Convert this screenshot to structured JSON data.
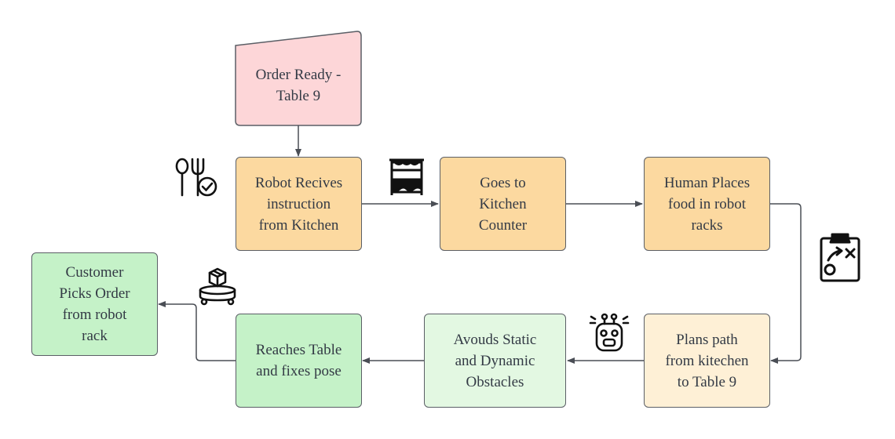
{
  "nodes": {
    "order_ready": "Order Ready -\nTable 9",
    "robot_receives": "Robot Recives\ninstruction\nfrom Kitchen",
    "goes_to_counter": "Goes to\nKitchen\nCounter",
    "human_places": "Human Places\nfood in robot\nracks",
    "plans_path": "Plans path\nfrom kitechen\nto Table 9",
    "avoids_obstacles": "Avouds Static\nand Dynamic\nObstacles",
    "reaches_table": "Reaches Table\nand fixes pose",
    "customer_picks": "Customer\nPicks Order\nfrom robot\nrack"
  },
  "colors": {
    "pink": "#fdd6d8",
    "orange": "#fcd9a0",
    "light_orange": "#fef0d6",
    "green": "#c5f2c8",
    "light_green": "#e3f8e2",
    "stroke": "#5b5f66",
    "text": "#333a45"
  },
  "icons": [
    "fork-spoon-check-icon",
    "kitchen-counter-icon",
    "clipboard-plan-icon",
    "alarmed-robot-icon",
    "delivery-robot-icon"
  ]
}
